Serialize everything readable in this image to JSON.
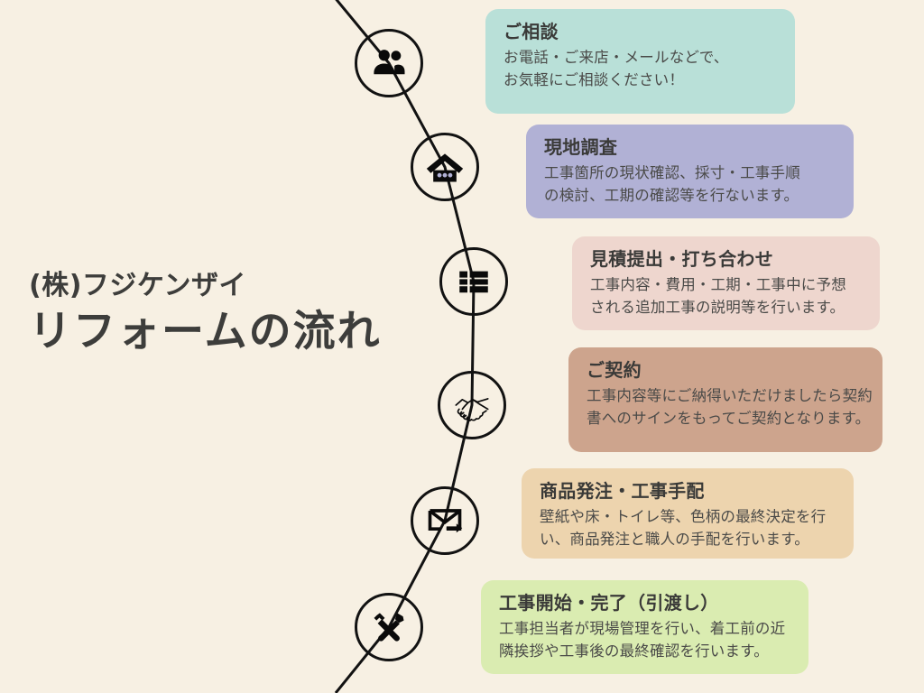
{
  "meta": {
    "background_color": "#f7f0e3",
    "line_color": "#121212",
    "heading_text_color": "#3a3a38",
    "body_text_color": "#4a4a48",
    "title_text_color": "#3d3d3b"
  },
  "header": {
    "company": "(株)フジケンザイ",
    "title": "リフォームの流れ"
  },
  "steps": [
    {
      "id": "consultation",
      "icon": "people-icon",
      "circle_color": "#b9e0d8",
      "card_color": "#b9e0d8",
      "title": "ご相談",
      "body_lines": [
        "お電話・ご来店・メールなどで、",
        "お気軽にご相談ください！"
      ]
    },
    {
      "id": "site-survey",
      "icon": "house-icon",
      "circle_color": "#b1b1d5",
      "card_color": "#b1b1d5",
      "title": "現地調査",
      "body_lines": [
        "工事箇所の現状確認、採寸・工事手順",
        "の検討、工期の確認等を行ないます。"
      ]
    },
    {
      "id": "estimate-meeting",
      "icon": "list-icon",
      "circle_color": "#eed6ce",
      "card_color": "#eed6ce",
      "title": "見積提出・打ち合わせ",
      "body_lines": [
        "工事内容・費用・工期・工事中に予想",
        "される追加工事の説明等を行います。"
      ]
    },
    {
      "id": "contract",
      "icon": "handshake-icon",
      "circle_color": "#cda48d",
      "card_color": "#cda48d",
      "title": "ご契約",
      "body_lines": [
        "工事内容等にご納得いただけましたら契約",
        "書へのサインをもってご契約となります。"
      ]
    },
    {
      "id": "order-arrangement",
      "icon": "envelope-send-icon",
      "circle_color": "#edd4ae",
      "card_color": "#edd4ae",
      "title": "商品発注・工事手配",
      "body_lines": [
        "壁紙や床・トイレ等、色柄の最終決定を行",
        "い、商品発注と職人の手配を行います。"
      ]
    },
    {
      "id": "construction-completion",
      "icon": "tools-icon",
      "circle_color": "#daecb1",
      "card_color": "#daecb1",
      "title": "工事開始・完了（引渡し）",
      "body_lines": [
        "工事担当者が現場管理を行い、着工前の近",
        "隣挨拶や工事後の最終確認を行います。"
      ]
    }
  ]
}
